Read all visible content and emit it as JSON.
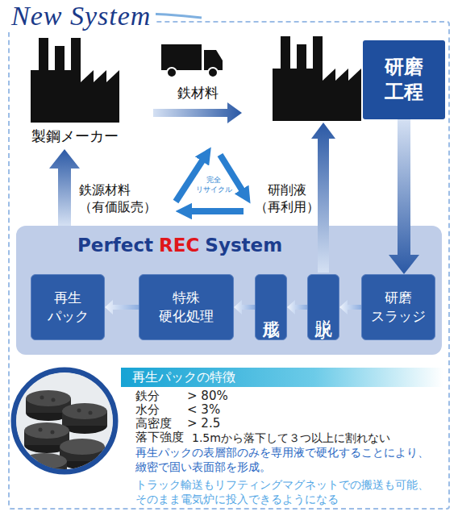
{
  "diagram": {
    "title": "New System",
    "nodes": [
      {
        "text": [
          "製鋼メーカー"
        ]
      },
      {
        "text": [
          "研磨 工程"
        ]
      },
      {
        "text": [
          "Perfect",
          "REC",
          "System"
        ]
      },
      {
        "text": [
          "再生 パック"
        ],
        "in": 2
      },
      {
        "text": [
          "特殊 硬化処理"
        ],
        "in": 2
      },
      {
        "text": [
          "成形"
        ],
        "in": 2
      },
      {
        "text": [
          "脱水"
        ],
        "in": 2
      },
      {
        "text": [
          "研磨 スラッジ"
        ],
        "in": 2
      },
      {
        "text": [
          "再生パックの特徴"
        ]
      }
    ],
    "edges": [
      {
        "from": 1,
        "to": 7,
        "arrow": "to"
      },
      {
        "from": 7,
        "to": 6,
        "arrow": "to"
      },
      {
        "from": 6,
        "to": 5,
        "arrow": "to"
      },
      {
        "from": 5,
        "to": 4,
        "arrow": "to"
      },
      {
        "from": 4,
        "to": 3,
        "arrow": "to"
      },
      {
        "from": 2,
        "to": 0,
        "label": "鉄源材料 （有価販売）",
        "arrow": "to"
      }
    ],
    "labels": [
      "鉄材料",
      "完全 リサイクル",
      "研削液 （再利用）",
      "鉄分",
      "> 80%",
      "水分",
      "< 3%",
      "高密度",
      "> 2.5",
      "落下強度",
      "1.5mから落下して３つ以上に割れない",
      "再生パックの表層部のみを専用液で硬化することにより、 緻密で固い表面部を形成。",
      "トラック輸送もリフティングマグネットでの搬送も可能、 そのまま電気炉に投入できるようになる"
    ]
  }
}
